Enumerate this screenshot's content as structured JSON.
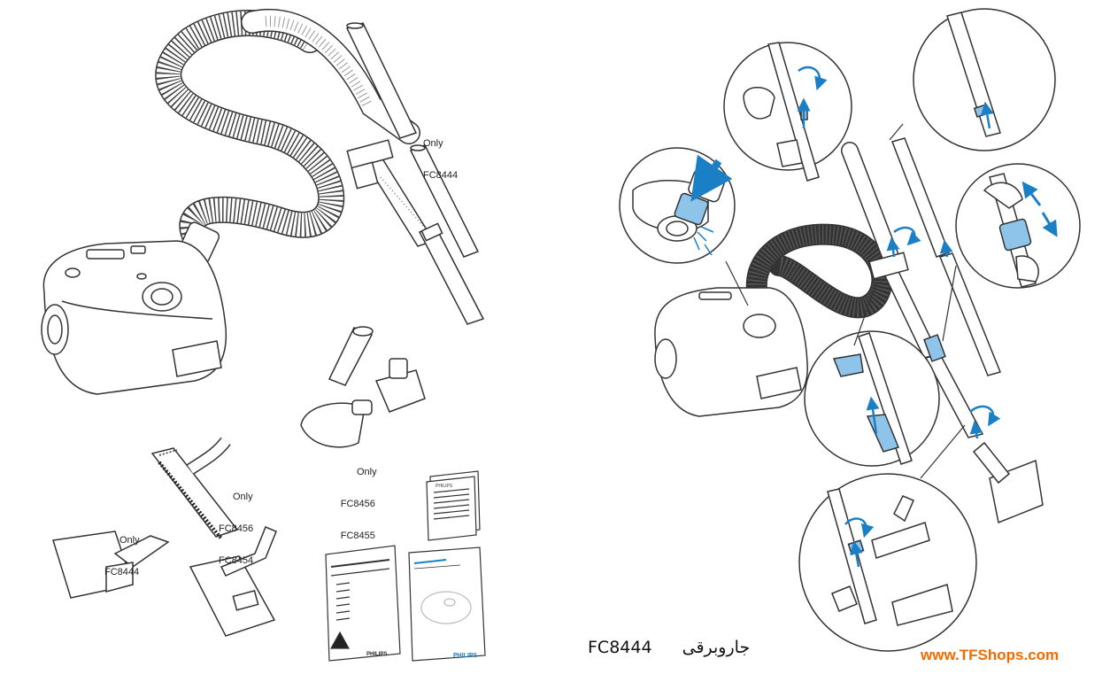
{
  "labels": {
    "only_tube": [
      "Only",
      "FC8444"
    ],
    "only_mini_turbo": [
      "Only",
      "FC8456",
      "FC8455"
    ],
    "only_parquet": [
      "Only",
      "FC8456",
      "FC8454"
    ],
    "only_nozzle": [
      "Only",
      "FC8444"
    ]
  },
  "booklets": {
    "brand_small": "PHILIPS",
    "brand_blue": "PHILIPS",
    "brand_leaflet": "PHILIPS"
  },
  "caption": {
    "model": "FC8444",
    "product": "جاروبرقی"
  },
  "website": "www.TFShops.com",
  "colors": {
    "accent_blue": "#1a7fc4",
    "light_blue": "#8fc4ea",
    "line": "#333333",
    "website": "#f06a00"
  }
}
